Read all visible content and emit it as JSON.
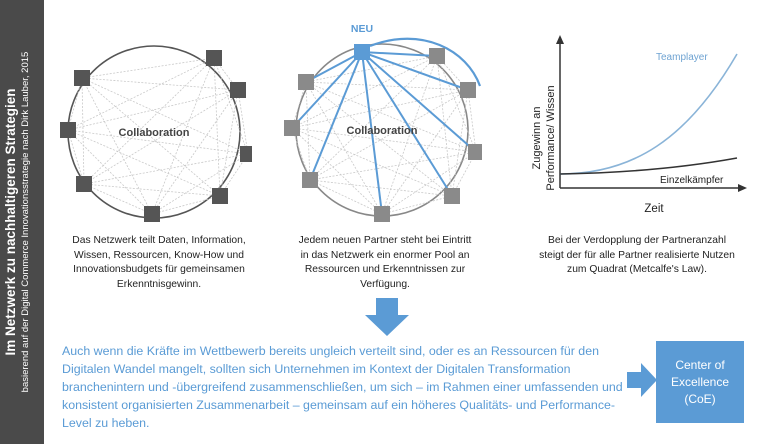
{
  "sidebar": {
    "title": "Im Netzwerk zu nachhaltigeren Strategien",
    "subtitle": "basierend auf der Digital Commerce Innovationsstrategie nach Dirk Lauber, 2015"
  },
  "diagram1": {
    "center_label": "Collaboration",
    "caption": [
      "Das Netzwerk teilt Daten, Information,",
      "Wissen, Ressourcen, Know-How und",
      "Innovationsbudgets für gemeinsamen",
      "Erkenntnisgewinn."
    ]
  },
  "diagram2": {
    "center_label": "Collaboration",
    "new_label": "NEU",
    "caption": [
      "Jedem neuen Partner steht bei Eintritt",
      "in das Netzwerk ein enormer Pool an",
      "Ressourcen und Erkenntnissen zur",
      "Verfügung."
    ]
  },
  "chart": {
    "ylabel_line1": "Zugewinn an",
    "ylabel_line2": "Performance/ Wissen",
    "xlabel": "Zeit",
    "series": [
      {
        "name": "Teamplayer",
        "color": "#8ab4d8"
      },
      {
        "name": "Einzelkämpfer",
        "color": "#333333"
      }
    ],
    "caption": [
      "Bei der Verdopplung der Partneranzahl",
      "steigt der für alle Partner realisierte Nutzen",
      "zum Quadrat (Metcalfe's Law)."
    ]
  },
  "bottom": {
    "text": "Auch wenn die Kräfte im Wettbewerb bereits ungleich verteilt sind, oder es an Ressourcen für den Digitalen Wandel mangelt, sollten sich Unternehmen im Kontext der Digitalen Transformation branchenintern und -übergreifend zusammenschließen, um sich – im Rahmen einer umfassenden und konsistent organisierten Zusammenarbeit – gemeinsam auf ein höheres Qualitäts- und Performance-Level zu heben.",
    "coe_label": [
      "Center of",
      "Excellence",
      "(CoE)"
    ]
  },
  "colors": {
    "accent": "#5b9bd5",
    "dark_node": "#555555",
    "grey_node": "#8a8a8a",
    "sidebar": "#4a4a4a"
  }
}
